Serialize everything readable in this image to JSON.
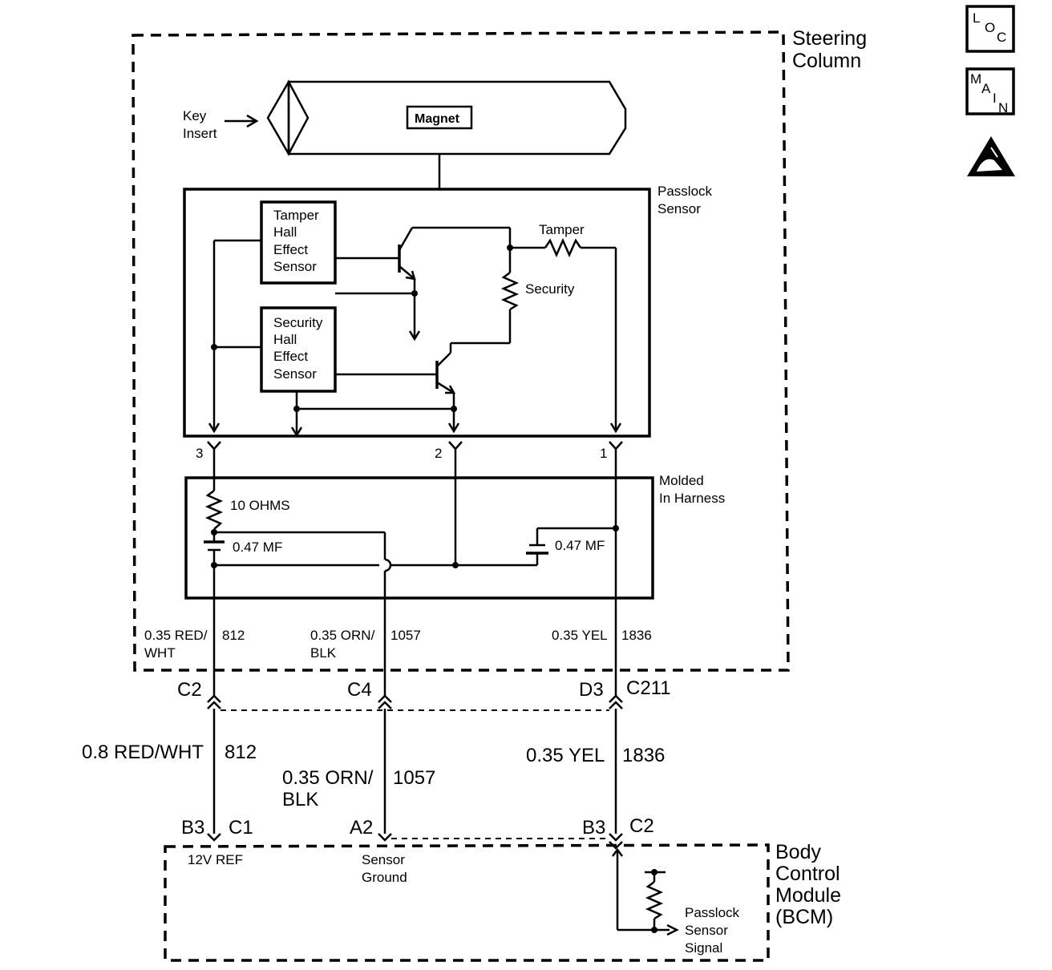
{
  "regions": {
    "steering_column": "Steering Column",
    "passlock_sensor": "Passlock Sensor",
    "molded_harness": "Molded In Harness",
    "bcm": "Body Control Module (BCM)"
  },
  "lock": {
    "key_insert": "Key Insert",
    "magnet": "Magnet"
  },
  "sensors": {
    "tamper_hall": "Tamper Hall Effect Sensor",
    "security_hall": "Security Hall Effect Sensor"
  },
  "resistors": {
    "tamper": "Tamper",
    "security": "Security",
    "ten_ohms": "10 OHMS",
    "cap_left": "0.47 MF",
    "cap_right": "0.47 MF"
  },
  "pins": {
    "p3": "3",
    "p2": "2",
    "p1": "1"
  },
  "wires_upper": {
    "left_color": "0.35 RED/ WHT",
    "left_circuit": "812",
    "mid_color": "0.35 ORN/ BLK",
    "mid_circuit": "1057",
    "right_color": "0.35 YEL",
    "right_circuit": "1836"
  },
  "connector_c211": {
    "left": "C2",
    "mid": "C4",
    "right": "D3",
    "name": "C211"
  },
  "wires_lower": {
    "left_color": "0.8 RED/WHT",
    "left_circuit": "812",
    "mid_color": "0.35 ORN/ BLK",
    "mid_circuit": "1057",
    "right_color": "0.35 YEL",
    "right_circuit": "1836"
  },
  "bcm_connectors": {
    "left_pin": "B3",
    "left_conn": "C1",
    "mid_pin": "A2",
    "right_pin": "B3",
    "right_conn": "C2"
  },
  "bcm_labels": {
    "ref": "12V REF",
    "ground": "Sensor Ground",
    "signal": "Passlock Sensor Signal"
  },
  "side_icons": {
    "loc": "LOC",
    "main": "MAIN"
  }
}
